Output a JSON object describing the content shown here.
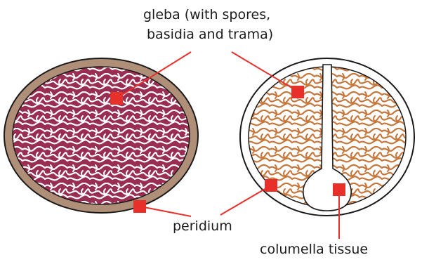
{
  "labels": {
    "gleba_line1": "gleba (with spores,",
    "gleba_line2": "basidia and trama)",
    "peridium": "peridium",
    "columella": "columella tissue"
  },
  "colors": {
    "left_gleba": "#9a2e52",
    "left_peridium": "#b08f78",
    "right_gleba": "#c7763c",
    "marker": "#e8302a",
    "leader": "#e8302a",
    "outline": "#1a1a1a"
  }
}
